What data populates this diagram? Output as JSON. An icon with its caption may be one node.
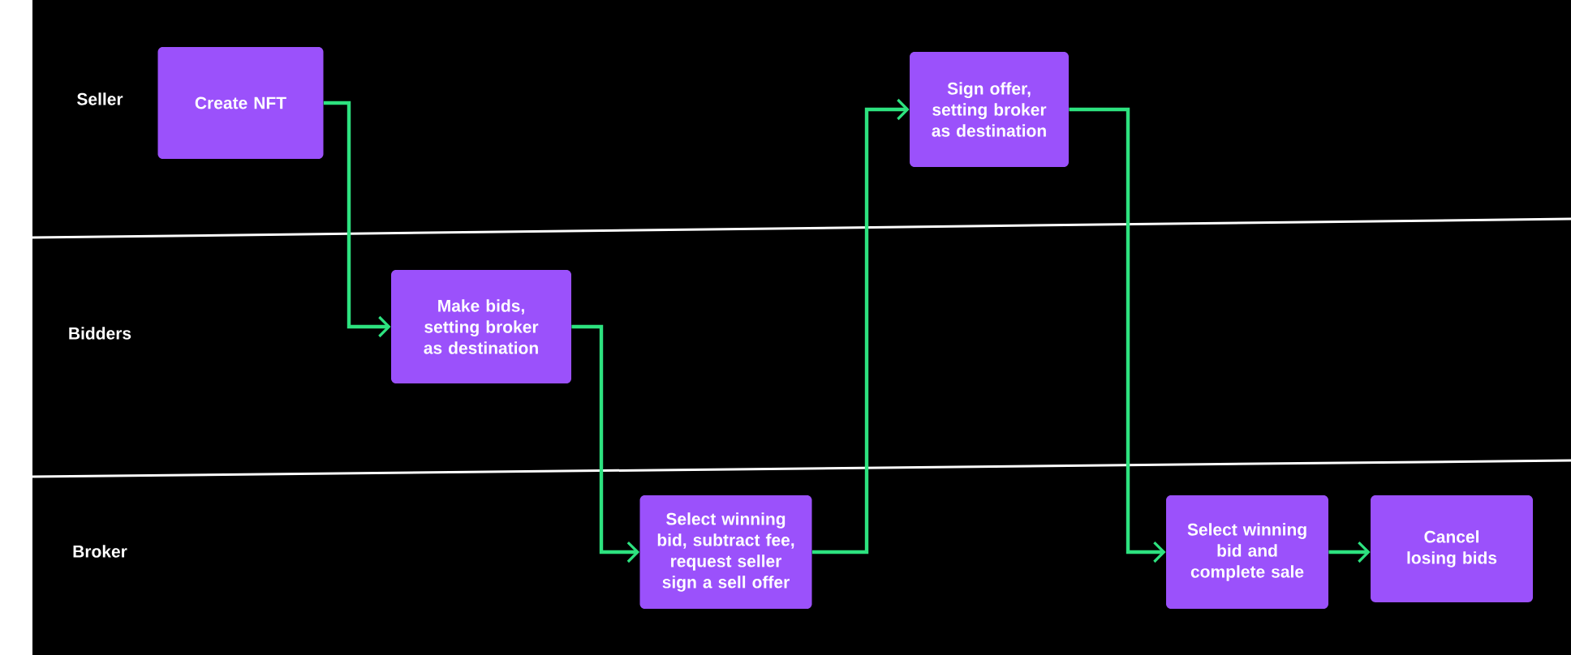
{
  "diagram": {
    "nodes": [
      {
        "text": [
          "Create NFT"
        ]
      },
      {
        "text": [
          "Make bids, setting broker as destination"
        ]
      },
      {
        "text": [
          "Select winning bid, subtract fee, request seller sign a sell offer"
        ]
      },
      {
        "text": [
          "Sign offer, setting broker as destination"
        ]
      },
      {
        "text": [
          "Select winning bid and complete sale"
        ]
      },
      {
        "text": [
          "Cancel losing bids"
        ]
      }
    ],
    "edges": [
      {
        "from": 0,
        "to": 1,
        "arrow": "to"
      },
      {
        "from": 1,
        "to": 2,
        "arrow": "to"
      },
      {
        "from": 2,
        "to": 3,
        "arrow": "to"
      },
      {
        "from": 3,
        "to": 4,
        "arrow": "to"
      },
      {
        "from": 4,
        "to": 5,
        "arrow": "to"
      }
    ],
    "labels": [
      "Seller",
      "Bidders",
      "Broker"
    ]
  }
}
